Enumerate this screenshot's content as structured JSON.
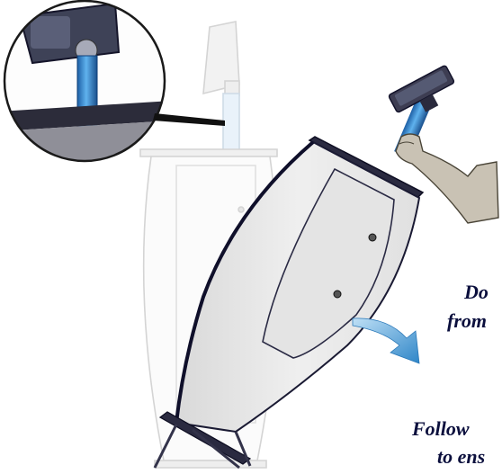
{
  "diagram": {
    "caption_lines": [
      "Do",
      "from",
      "Follow",
      "to ens"
    ],
    "colors": {
      "ghost_outline": "#d7d7d7",
      "cabinet_fill": "#e9e9e9",
      "cabinet_stroke": "#1a1a33",
      "pole_blue": "#2f7fc4",
      "arrow_blue": "#3f97d0",
      "text": "#0b0f3d",
      "skin": "#c9c2b4"
    },
    "icons": [
      "tipping-arrow-icon",
      "zoom-callout-icon"
    ]
  }
}
